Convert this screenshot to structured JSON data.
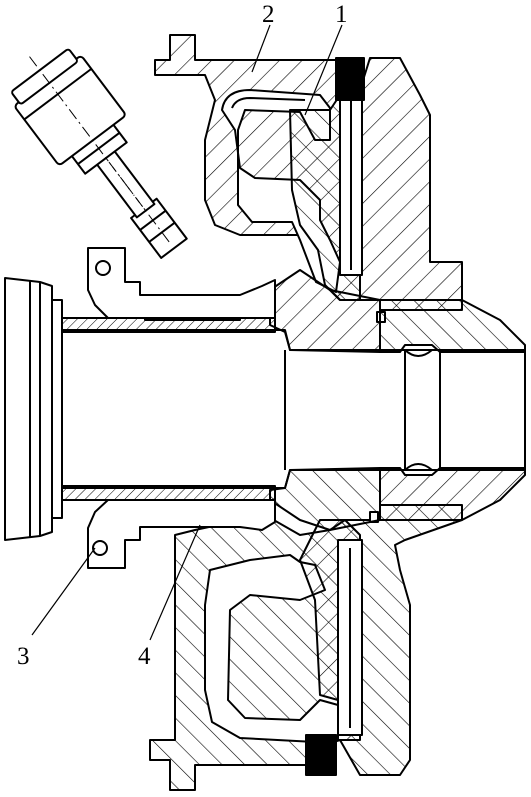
{
  "figure": {
    "callouts": [
      {
        "id": "1",
        "text": "1"
      },
      {
        "id": "2",
        "text": "2"
      },
      {
        "id": "3",
        "text": "3"
      },
      {
        "id": "4",
        "text": "4"
      }
    ]
  },
  "colors": {
    "ink": "#000000",
    "background": "#ffffff"
  }
}
